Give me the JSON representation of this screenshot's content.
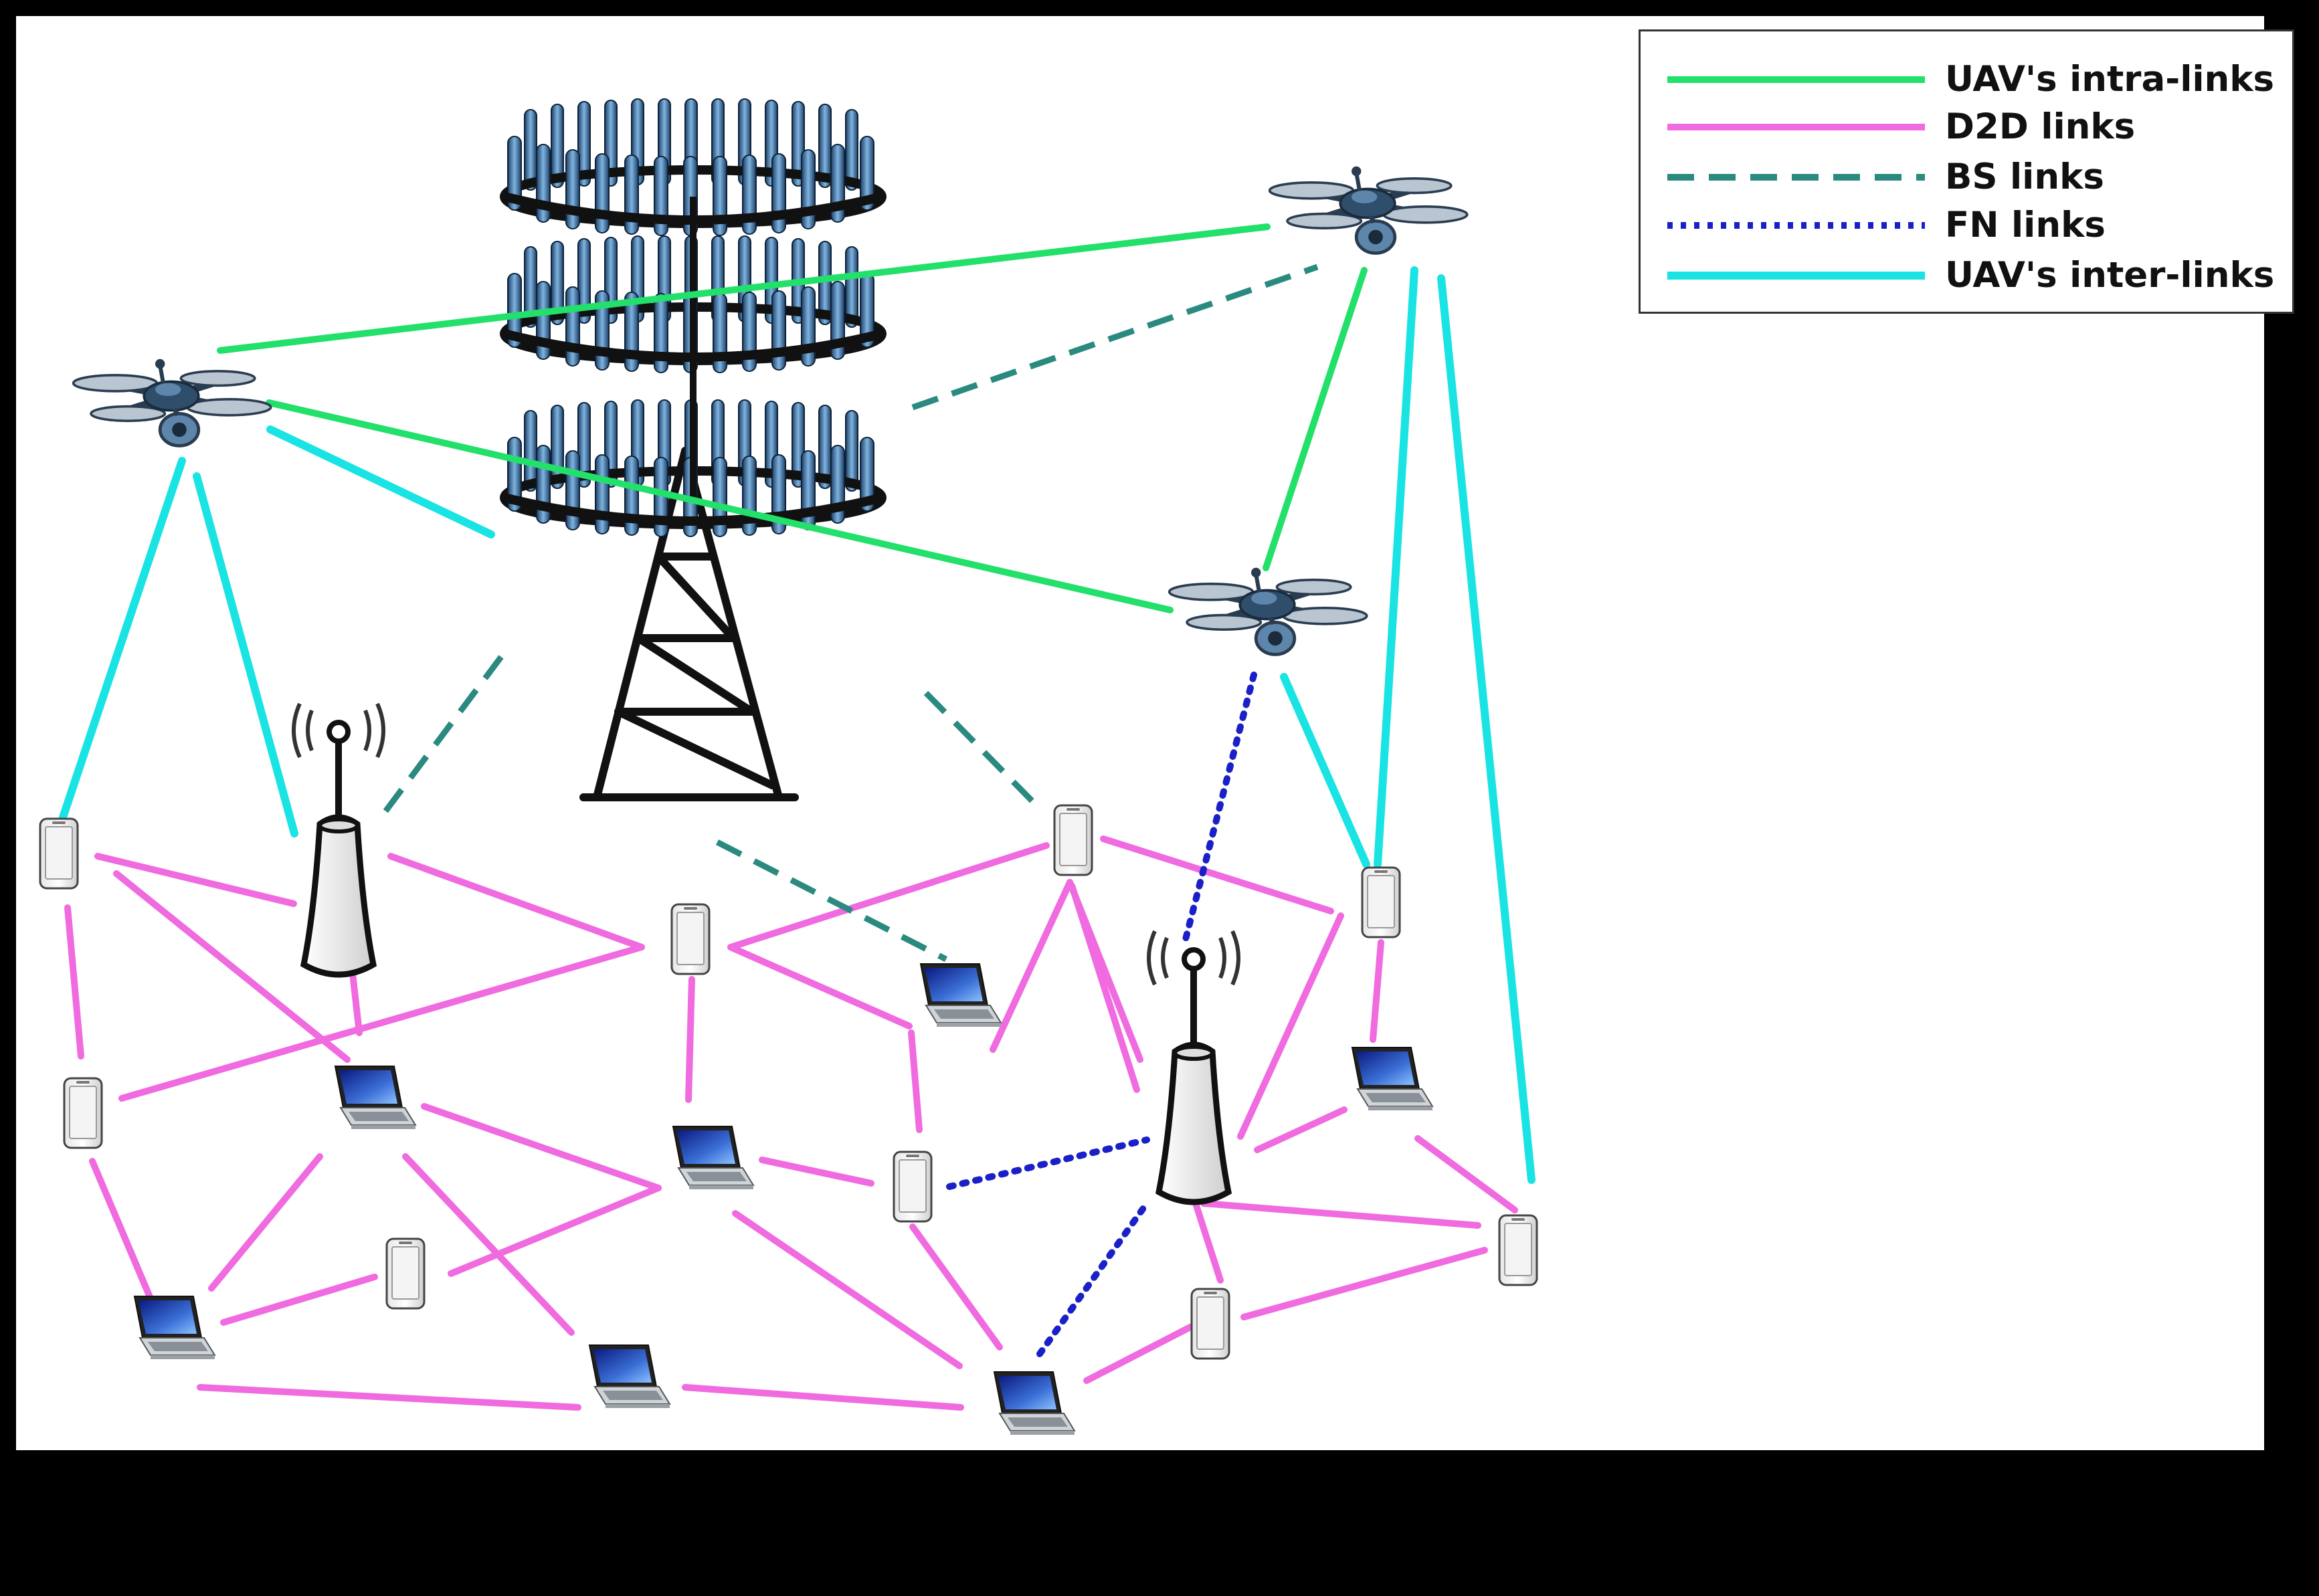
{
  "legend": {
    "items": [
      {
        "key": "uav_intra",
        "label": "UAV's intra-links",
        "color": "#22e06a",
        "style": "solid"
      },
      {
        "key": "d2d",
        "label": "D2D links",
        "color": "#f06ae0",
        "style": "solid"
      },
      {
        "key": "bs",
        "label": "BS links",
        "color": "#2a8a80",
        "style": "dashed"
      },
      {
        "key": "fn",
        "label": "FN links",
        "color": "#1a20c8",
        "style": "dotted"
      },
      {
        "key": "uav_inter",
        "label": "UAV's inter-links",
        "color": "#19e3e3",
        "style": "solid"
      }
    ]
  },
  "icons": {
    "uav": "drone-icon",
    "base_station": "cell-tower-icon",
    "fog_node": "fog-node-antenna-icon",
    "smartphone": "smartphone-icon",
    "laptop": "laptop-icon"
  }
}
